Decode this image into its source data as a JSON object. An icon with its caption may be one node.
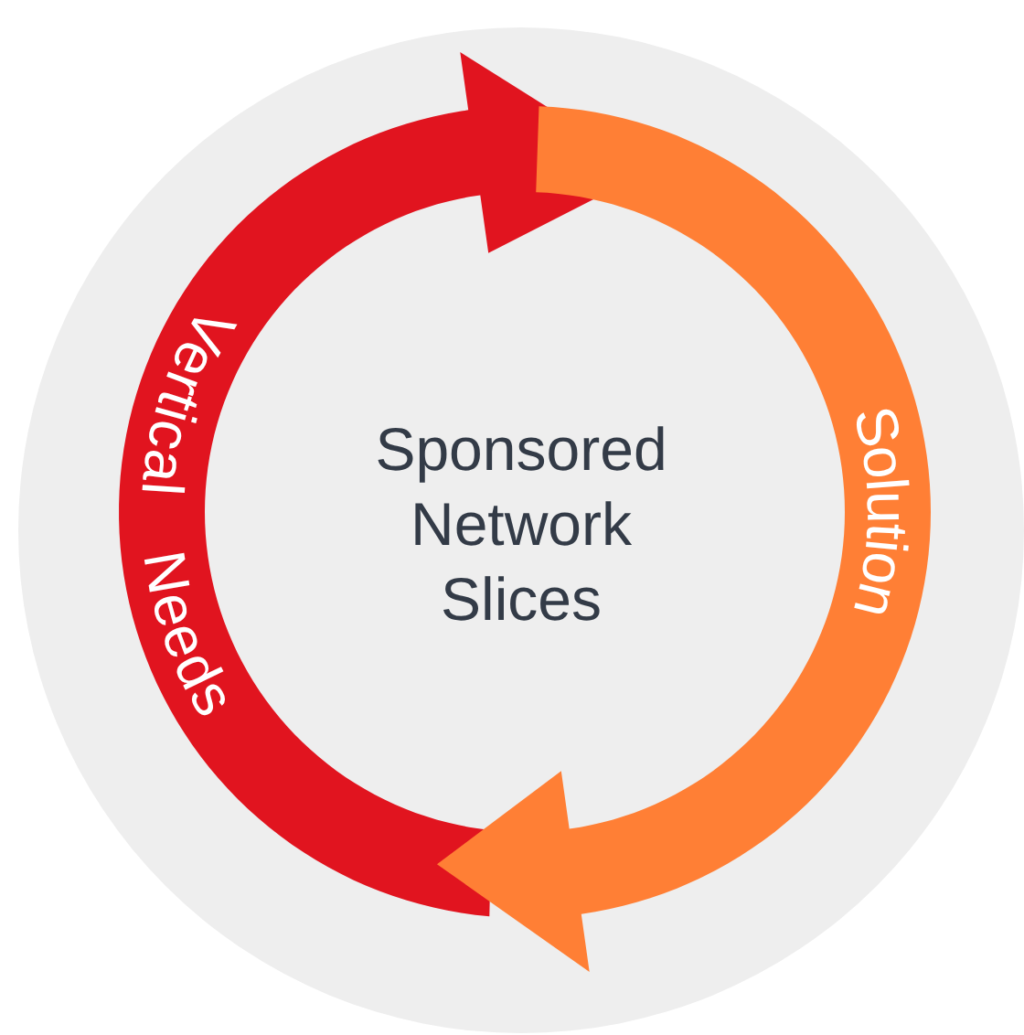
{
  "diagram": {
    "nodes": [
      {
        "text": [
          "Sponsored Network Slices"
        ]
      },
      {
        "text": [
          "Vertical Needs"
        ],
        "in": 0
      },
      {
        "text": [
          "Solution"
        ],
        "in": 0
      }
    ]
  }
}
